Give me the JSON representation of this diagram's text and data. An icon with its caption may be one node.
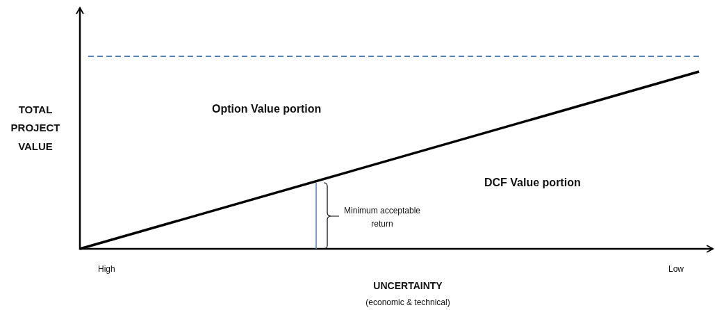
{
  "diagram": {
    "labels": [
      "TOTAL PROJECT VALUE",
      "Option Value portion",
      "DCF Value portion",
      "Minimum acceptable return",
      "High",
      "Low",
      "UNCERTAINTY",
      "(economic & technical)"
    ]
  }
}
